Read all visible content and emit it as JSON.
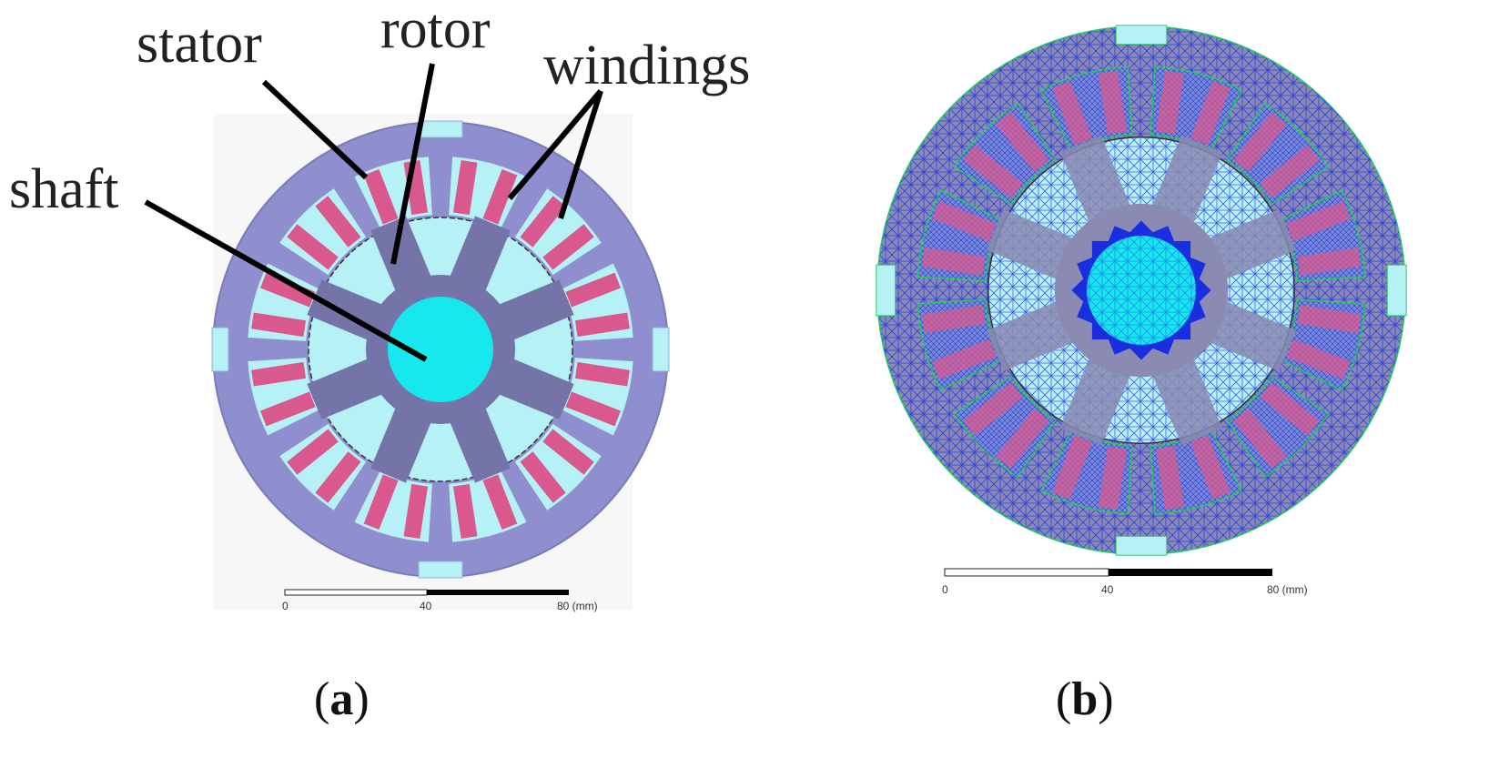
{
  "panel_a": {
    "labels": {
      "stator": "stator",
      "rotor": "rotor",
      "windings": "windings",
      "shaft": "shaft"
    },
    "scale": {
      "tick_0": "0",
      "tick_mid": "40",
      "tick_end": "80 (mm)"
    },
    "caption": {
      "open": "(",
      "letter": "a",
      "close": ")"
    }
  },
  "panel_b": {
    "scale": {
      "tick_0": "0",
      "tick_mid": "40",
      "tick_end": "80 (mm)"
    },
    "caption": {
      "open": "(",
      "letter": "b",
      "close": ")"
    }
  },
  "colors": {
    "stator": "#8f8fcf",
    "slot": "#b6f2f5",
    "winding": "#d9598f",
    "rotor": "#7474a8",
    "shaft": "#16e8ee",
    "mesh_blue": "#1a2ee0",
    "mesh_outline": "#2fc96a",
    "mesh_gray": "#8a8ab2"
  }
}
